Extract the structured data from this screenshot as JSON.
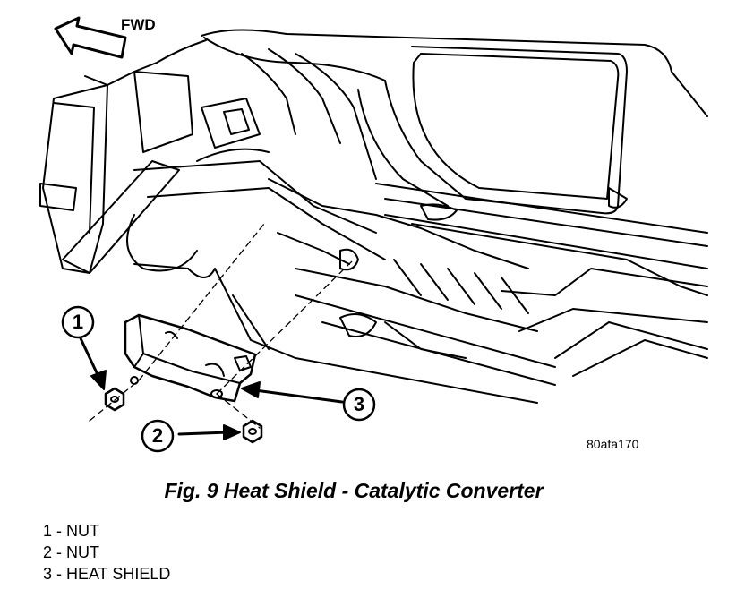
{
  "figure": {
    "direction_label": "FWD",
    "figure_id": "80afa170",
    "caption": "Fig. 9 Heat Shield - Catalytic Converter",
    "callouts": [
      "1",
      "2",
      "3"
    ],
    "legend": [
      "1 - NUT",
      "2 - NUT",
      "3 - HEAT SHIELD"
    ]
  }
}
